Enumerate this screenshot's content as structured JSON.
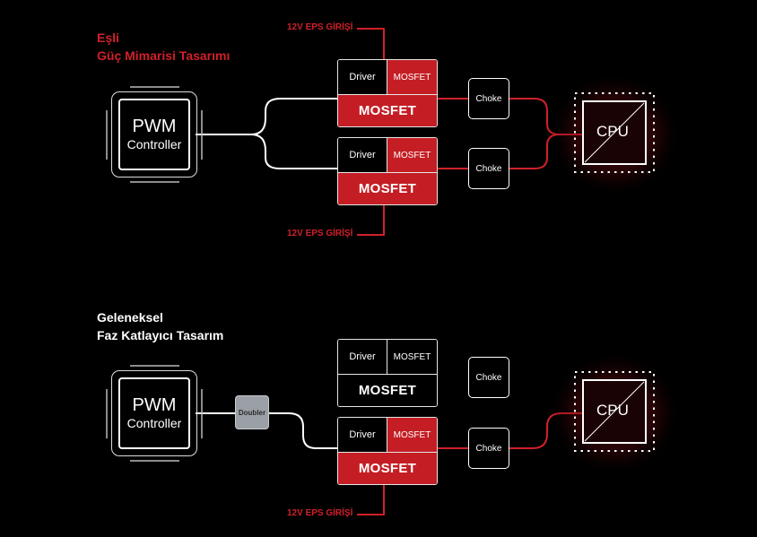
{
  "top": {
    "title_line1": "Eşli",
    "title_line2": "Güç Mimarisi Tasarımı",
    "pwm_line1": "PWM",
    "pwm_line2": "Controller",
    "phases": [
      {
        "driver": "Driver",
        "mosfet_small": "MOSFET",
        "mosfet_big": "MOSFET",
        "choke": "Choke"
      },
      {
        "driver": "Driver",
        "mosfet_small": "MOSFET",
        "mosfet_big": "MOSFET",
        "choke": "Choke"
      }
    ],
    "eps_top": "12V EPS GİRİŞİ",
    "eps_bottom": "12V EPS GİRİŞİ",
    "cpu": "CPU"
  },
  "bottom": {
    "title_line1": "Geleneksel",
    "title_line2": "Faz Katlayıcı Tasarım",
    "pwm_line1": "PWM",
    "pwm_line2": "Controller",
    "doubler": "Doubler",
    "inactive_phase": {
      "driver": "Driver",
      "mosfet_small": "MOSFET",
      "mosfet_big": "MOSFET",
      "choke": "Choke"
    },
    "active_phase": {
      "driver": "Driver",
      "mosfet_small": "MOSFET",
      "mosfet_big": "MOSFET",
      "choke": "Choke"
    },
    "eps": "12V EPS GİRİŞİ",
    "cpu": "CPU"
  },
  "colors": {
    "background": "#000000",
    "accent_red": "#d0202a",
    "mosfet_red": "#c41e24",
    "line_white": "#ffffff",
    "doubler_gray": "#9aa0a6"
  }
}
